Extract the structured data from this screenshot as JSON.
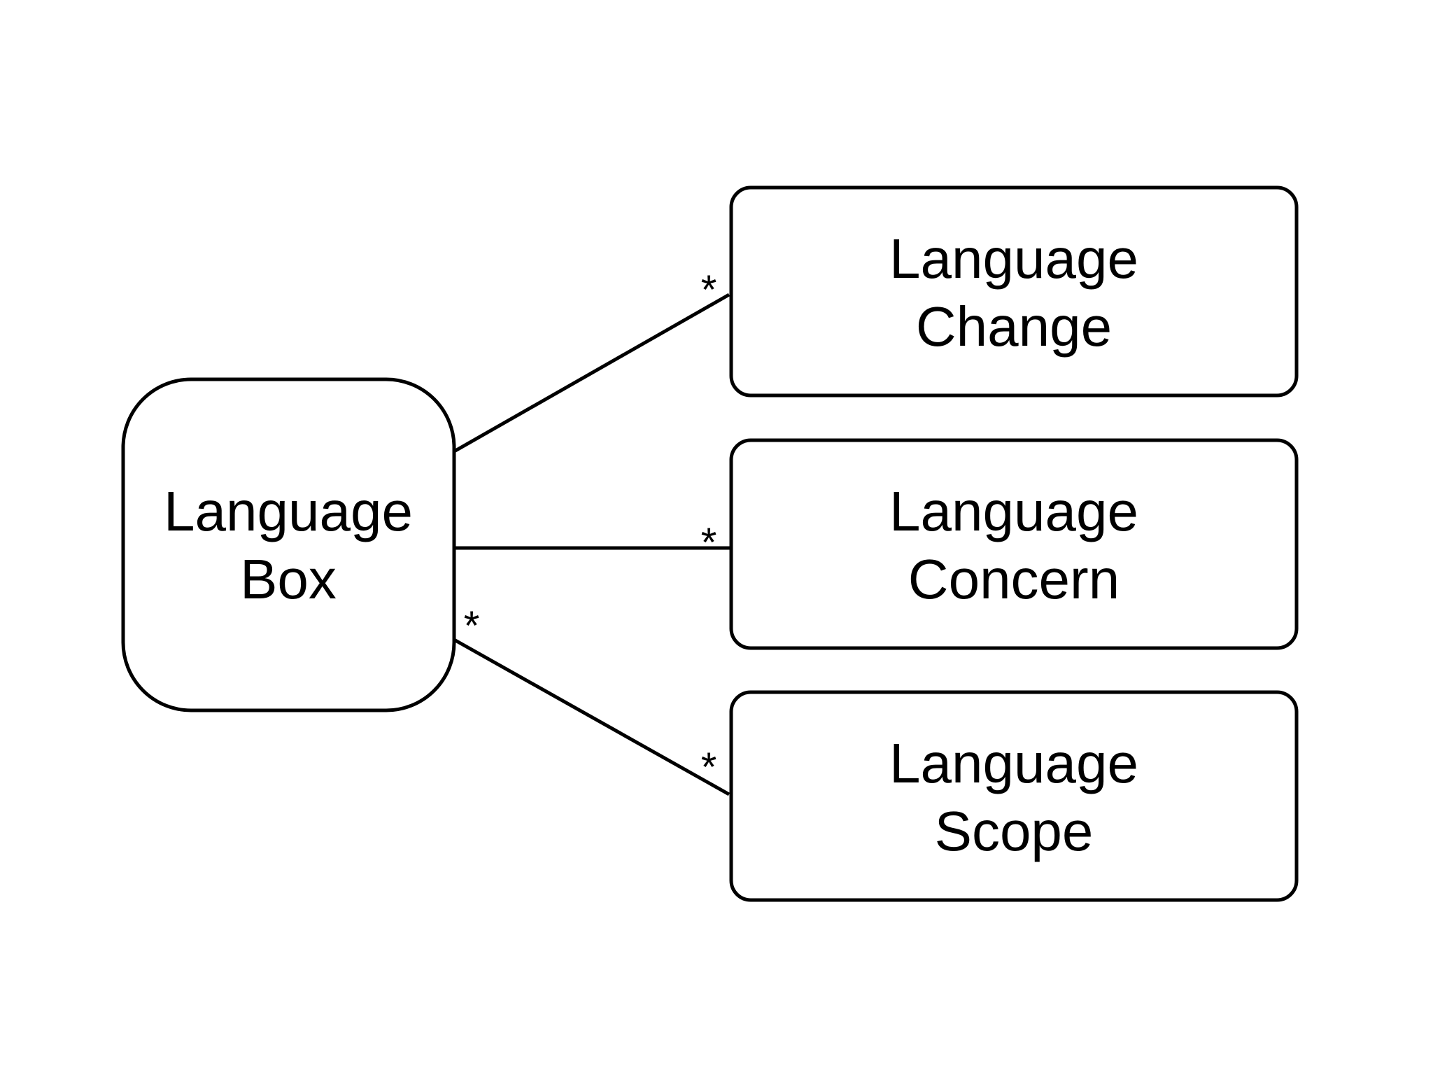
{
  "diagram": {
    "source": {
      "line1": "Language",
      "line2": "Box"
    },
    "targets": [
      {
        "line1": "Language",
        "line2": "Change",
        "multiplicity": "*"
      },
      {
        "line1": "Language",
        "line2": "Concern",
        "multiplicity": "*"
      },
      {
        "line1": "Language",
        "line2": "Scope",
        "multiplicity": "*"
      }
    ],
    "source_multiplicity": "*"
  },
  "colors": {
    "stroke": "#000000",
    "background": "#ffffff"
  }
}
